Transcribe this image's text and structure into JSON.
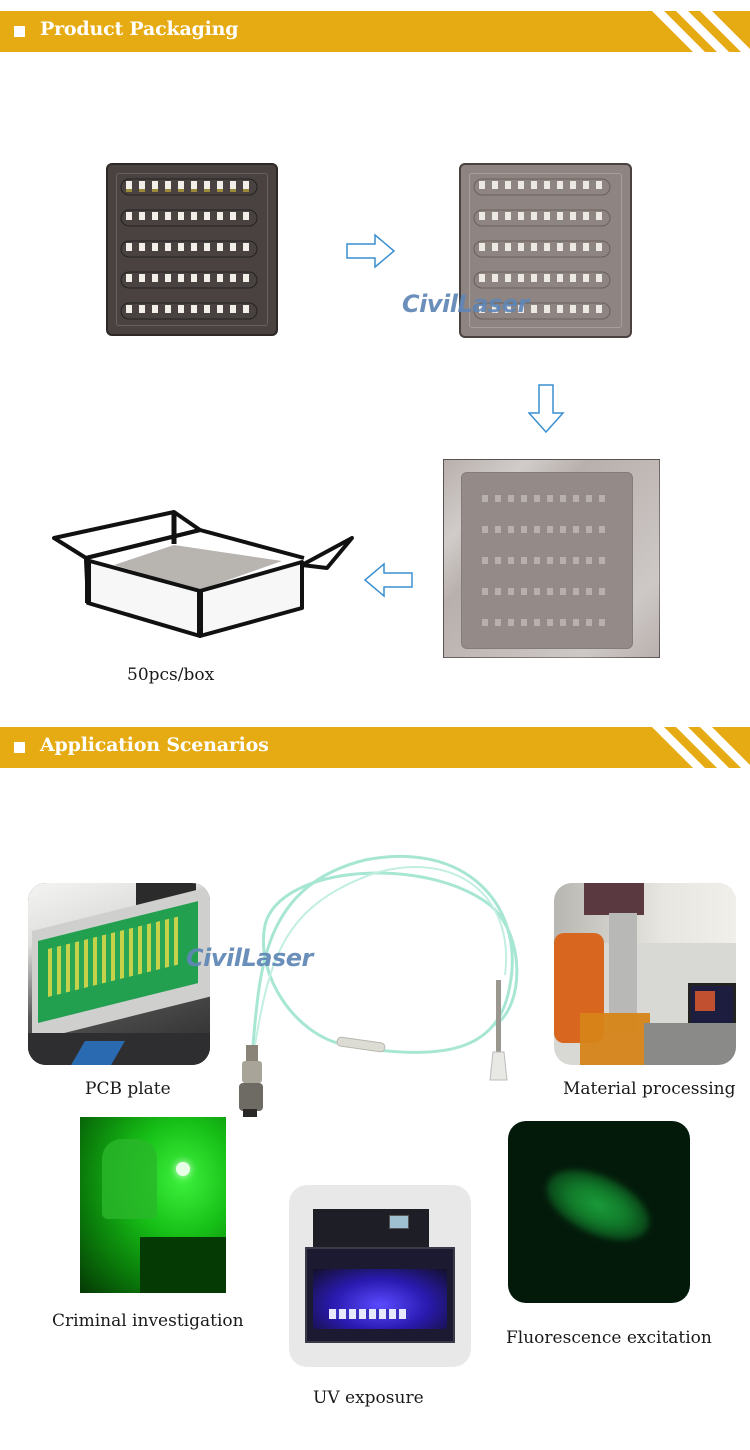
{
  "sections": {
    "packaging": {
      "title": "Product Packaging",
      "steps": [
        {
          "name": "tray-with-lasers",
          "description": "Dark tray holding 5x10 laser modules"
        },
        {
          "name": "tray-covered",
          "description": "Tray with cover applied"
        },
        {
          "name": "tray-bagged",
          "description": "Tray sealed in bag"
        },
        {
          "name": "box",
          "description": "Open cardboard box"
        }
      ],
      "box_caption": "50pcs/box",
      "tray_rows": 5,
      "tray_cols": 10
    },
    "applications": {
      "title": "Application Scenarios",
      "items": [
        {
          "label": "PCB plate"
        },
        {
          "label": "Material processing"
        },
        {
          "label": "Criminal investigation"
        },
        {
          "label": "UV exposure"
        },
        {
          "label": "Fluorescence excitation"
        }
      ]
    }
  },
  "watermark": {
    "brand": "CivilLaser"
  },
  "colors": {
    "banner": "#e6ab12",
    "arrow": "#3a8fd0",
    "watermark": "#5f86b6",
    "fiber": "#a8e6d4"
  }
}
